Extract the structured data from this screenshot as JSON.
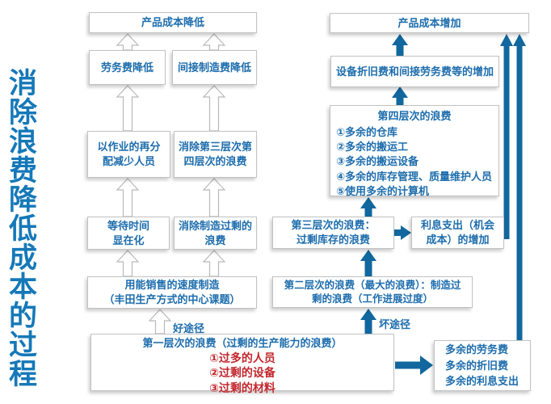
{
  "title": "消除浪费降低成本的过程",
  "labels": {
    "good_path": "好途径",
    "bad_path": "坏途径"
  },
  "left": {
    "product_cost_down": "产品成本降低",
    "labor_down": "劳务费降低",
    "indirect_down": "间接制造费降低",
    "reassign": "以作业的再分\n配减少人员",
    "eliminate34": "消除第三层次第\n四层次的浪费",
    "waiting": "等待时间\n显在化",
    "eliminate_overprod": "消除制造过剩的\n浪费",
    "sell_speed": "用能销售的速度制造\n（丰田生产方式的中心课题）",
    "level1": {
      "heading": "第一层次的浪费（过剩的生产能力的浪费）",
      "items": [
        "①过多的人员",
        "②过剩的设备",
        "③过剩的材料"
      ]
    }
  },
  "right": {
    "product_cost_up": "产品成本增加",
    "depreciation_up": "设备折旧费和间接劳务费等的增加",
    "level4": {
      "heading": "第四层次的浪费",
      "items": [
        "①多余的仓库",
        "②多余的搬运工",
        "③多余的搬运设备",
        "④多余的库存管理、质量维护人员",
        "⑤使用多余的计算机"
      ]
    },
    "level3": "第三层次的浪费：\n过剩库存的浪费",
    "interest": "利息支出（机会\n成本）的增加",
    "level2": "第二层次的浪费（最大的浪费）：制造过\n剩的浪费（工作进展过度）",
    "excess": {
      "items": [
        "多余的劳务费",
        "多余的折旧费",
        "多余的利息支出"
      ]
    }
  },
  "colors": {
    "title_blue": "#1578b8",
    "text_blue": "#1d6dad",
    "arrow_blue": "#11679e",
    "red_text": "#c1272d",
    "box_border": "#c2c2c2"
  }
}
